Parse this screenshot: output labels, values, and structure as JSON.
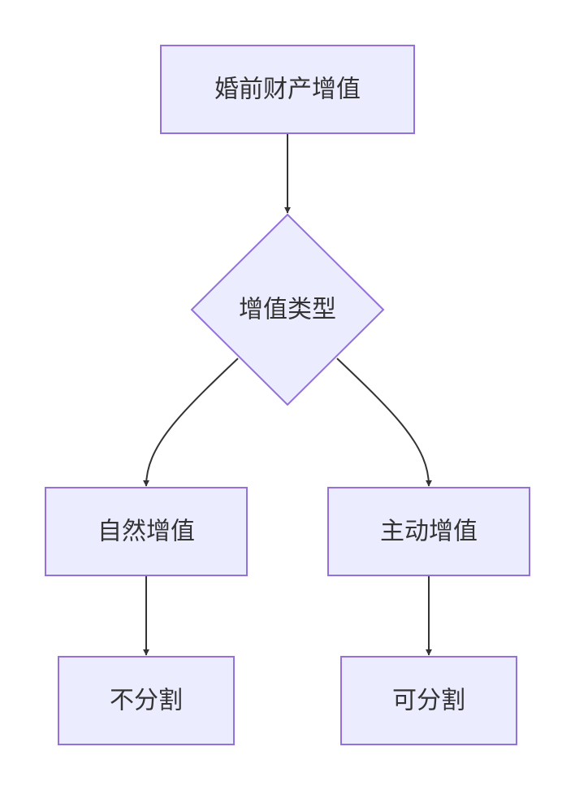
{
  "diagram": {
    "nodes": {
      "root": "婚前财产增值",
      "decision": "增值类型",
      "natural": "自然增值",
      "active": "主动增值",
      "natural_result": "不分割",
      "active_result": "可分割"
    }
  },
  "colors": {
    "node_fill": "#ececff",
    "node_stroke": "#9370db",
    "edge": "#333333",
    "text": "#333333"
  }
}
